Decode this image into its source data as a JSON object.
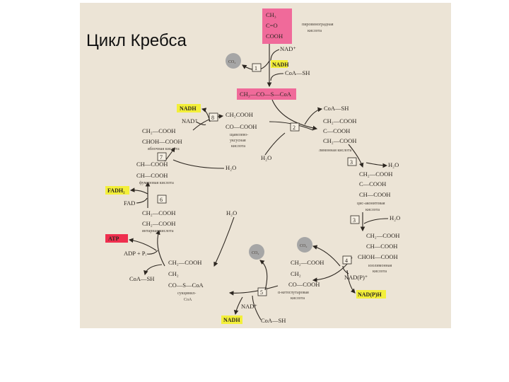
{
  "slide": {
    "title": "Цикл Кребса"
  },
  "colors": {
    "paper": "#ece4d6",
    "pink": "#f06a9a",
    "yellow": "#f3ef3a",
    "red": "#ef2f4f",
    "gray": "#a6a6a6",
    "ink": "#2c2620"
  },
  "pyruvate": {
    "l1": "CH₃",
    "l2": "C=O",
    "l3": "COOH",
    "name1": "пировиноградная",
    "name2": "кислота"
  },
  "step1": {
    "nad": "NAD⁺",
    "co2": "CO₂",
    "nadh": "NADH",
    "coa_sh": "CoA—SH",
    "num": "1"
  },
  "acetyl_coa": "CH₃—CO—S—CoA",
  "step2": {
    "num": "2",
    "coa_sh": "CoA—SH"
  },
  "citrate": {
    "l1": "CH₂—COOH",
    "l2": "C—COOH",
    "l3": "CH₂—COOH",
    "name": "лимонная кислота"
  },
  "step3": {
    "num": "3",
    "h2o": "H₂O"
  },
  "cis_aconitate": {
    "l1": "CH₂—COOH",
    "l2": "C—COOH",
    "l3": "CH—COOH",
    "name1": "цис-аконитовая",
    "name2": "кислота"
  },
  "step3b": {
    "num": "3",
    "h2o": "H₂O"
  },
  "isocitrate": {
    "l1": "CH₂—COOH",
    "l2": "CH—COOH",
    "l3": "CHOH—COOH",
    "name1": "изолимонная",
    "name2": "кислота"
  },
  "step4": {
    "num": "4",
    "nadp": "NAD(P)⁺",
    "nadph": "NAD(P)H",
    "co2": "CO₂"
  },
  "ketoglutarate": {
    "l1": "CH₂—COOH",
    "l2": "CH₂",
    "l3": "CO—COOH",
    "name1": "α-кетоглутаровая",
    "name2": "кислота"
  },
  "step5": {
    "num": "5",
    "co2": "CO₂",
    "nad": "NAD⁺",
    "nadh": "NADH",
    "coa_sh": "CoA—SH"
  },
  "succinyl_coa": {
    "l1": "CH₂—COOH",
    "l2": "CH₂",
    "l3": "CO—S—CoA",
    "name1": "сукцинил-",
    "name2": "CoA"
  },
  "step6": {
    "atp": "ATP",
    "adp": "ADP + Pᵢ",
    "coa_sh": "CoA—SH"
  },
  "succinate": {
    "l1": "CH₂—COOH",
    "l2": "CH₂—COOH",
    "name": "янтарная кислота"
  },
  "step6b": {
    "num": "6",
    "fad": "FAD",
    "fadh2": "FADH₂"
  },
  "fumarate": {
    "l1": "CH—COOH",
    "l2": "CH—COOH",
    "name": "фумаровая кислота"
  },
  "step7": {
    "num": "7",
    "h2o": "H₂O"
  },
  "malate": {
    "l1": "CH₂—COOH",
    "l2": "CHOH—COOH",
    "name": "яблочная кислота"
  },
  "step8": {
    "num": "8",
    "nad": "NAD⁺",
    "nadh": "NADH"
  },
  "oxaloacetate": {
    "l1": "CH₂COOH",
    "l2": "CO—COOH",
    "name1": "щавелево-",
    "name2": "уксусная",
    "name3": "кислота"
  },
  "mid_h2o": "H₂O",
  "mid_h2o2": "H₂O"
}
